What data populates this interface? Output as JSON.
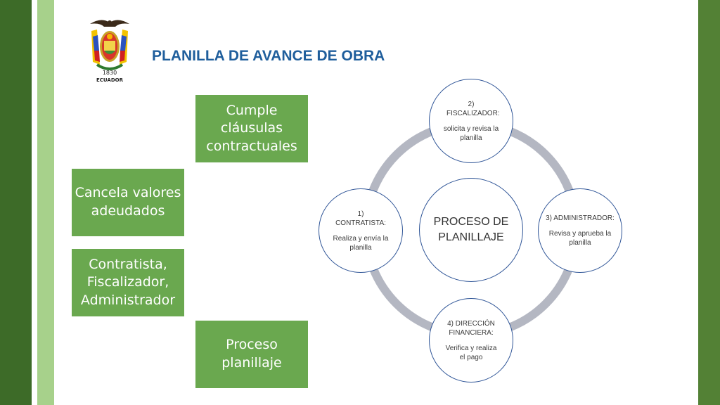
{
  "title": "PLANILLA DE AVANCE DE OBRA",
  "logo": {
    "text": "ECUADOR"
  },
  "colors": {
    "accent_green": "#6aa84f",
    "dark_green": "#3d6b28",
    "light_green": "#a7d18b",
    "title_blue": "#1f5e9c",
    "ring_gray": "#b4b7c2"
  },
  "green_boxes": [
    {
      "text": "Cumple cláusulas contractuales"
    },
    {
      "text": "Cancela valores adeudados"
    },
    {
      "text": "Contratista, Fiscalizador, Administrador"
    },
    {
      "text": "Proceso planillaje"
    }
  ],
  "cycle": {
    "center": "PROCESO DE PLANILLAJE",
    "steps": [
      {
        "head": "2) FISCALIZADOR:",
        "body": "solicita y revisa la planilla"
      },
      {
        "head": "3) ADMINISTRADOR:",
        "body": "Revisa y aprueba la planilla"
      },
      {
        "head": "4) DIRECCIÓN FINANCIERA:",
        "body": "Verifica y realiza el pago"
      },
      {
        "head": "1) CONTRATISTA:",
        "body": "Realiza y envía la planilla"
      }
    ]
  }
}
